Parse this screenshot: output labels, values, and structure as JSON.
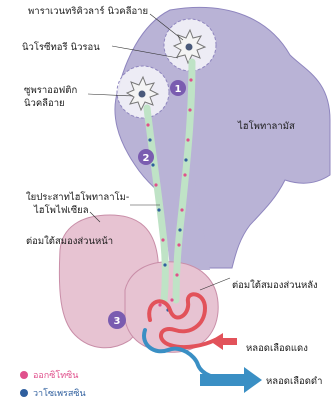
{
  "colors": {
    "hypothalamus": "#b9b3d6",
    "hypothalamus_dark": "#8f86bf",
    "pituitary": "#e7c3d2",
    "pituitary_dark": "#c98ea8",
    "axon": "#bfe3c6",
    "axon_edge": "#6aa87a",
    "oxytocin": "#e0508c",
    "vasopressin": "#2f5f9e",
    "artery": "#e2525a",
    "vein": "#3a8fc4",
    "step_badge": "#7a5cb0"
  },
  "labels": {
    "paraventricular": "พาราเวนทริคิวลาร์ นิวคลีอาย",
    "neurosecretory": "นิวโรซีทอรี นิวรอน",
    "supraoptic_line1": "ซูพราออฟติก",
    "supraoptic_line2": "นิวคลีอาย",
    "hypothalamus": "ไฮโพทาลามัส",
    "tract_line1": "ใยประสาทไฮโพทาลาโม-",
    "tract_line2": "ไฮโพไฟเซียล",
    "anterior_pituitary": "ต่อมใต้สมองส่วนหน้า",
    "posterior_pituitary": "ต่อมใต้สมองส่วนหลัง",
    "artery": "หลอดเลือดแดง",
    "vein": "หลอดเลือดดำ"
  },
  "steps": [
    "1",
    "2",
    "3"
  ],
  "legend": [
    {
      "label": "ออกซิโทซิน",
      "icon": "pink-dot-icon"
    },
    {
      "label": "วาโซเพรสซิน",
      "icon": "blue-dot-icon"
    }
  ]
}
